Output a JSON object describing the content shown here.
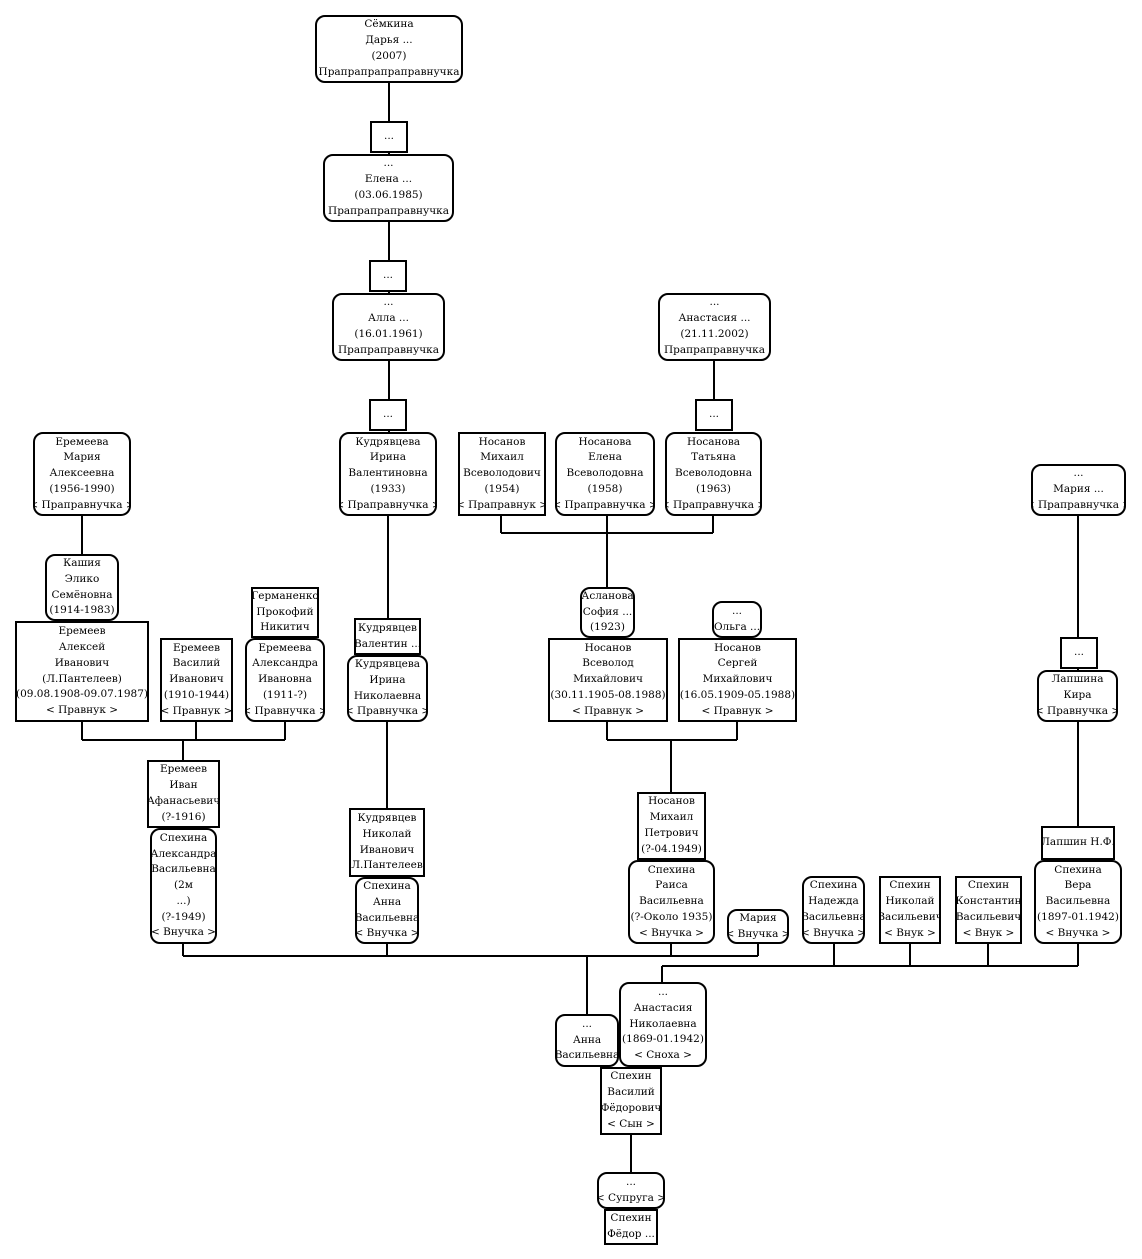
{
  "colors": {
    "line": "#000000",
    "border": "#000000",
    "background": "#ffffff"
  },
  "nodes": [
    {
      "id": "darya",
      "sex": "female",
      "lines": [
        "Сёмкина",
        "Дарья ...",
        "(2007)",
        "< Прапрапрапраправнучка >"
      ]
    },
    {
      "id": "u1",
      "sex": "male",
      "lines": [
        "..."
      ]
    },
    {
      "id": "elena",
      "sex": "female",
      "lines": [
        "...",
        "Елена ...",
        "(03.06.1985)",
        "< Прапрапраправнучка >"
      ]
    },
    {
      "id": "u2",
      "sex": "male",
      "lines": [
        "..."
      ]
    },
    {
      "id": "alla",
      "sex": "female",
      "lines": [
        "...",
        "Алла ...",
        "(16.01.1961)",
        "< Прапраправнучка >"
      ]
    },
    {
      "id": "u3",
      "sex": "male",
      "lines": [
        "..."
      ]
    },
    {
      "id": "anastasia2002",
      "sex": "female",
      "lines": [
        "...",
        "Анастасия ...",
        "(21.11.2002)",
        "< Прапраправнучка >"
      ]
    },
    {
      "id": "u4",
      "sex": "male",
      "lines": [
        "..."
      ]
    },
    {
      "id": "eremeeva_maria",
      "sex": "female",
      "lines": [
        "Еремеева",
        "Мария",
        "Алексеевна",
        "(1956-1990)",
        "< Праправнучка >"
      ]
    },
    {
      "id": "kudr_irina_v",
      "sex": "female",
      "lines": [
        "Кудрявцева",
        "Ирина",
        "Валентиновна",
        "(1933)",
        "< Праправнучка >"
      ]
    },
    {
      "id": "nosanov_mikhail_v",
      "sex": "male",
      "lines": [
        "Носанов",
        "Михаил",
        "Всеволодович",
        "(1954)",
        "< Праправнук >"
      ]
    },
    {
      "id": "nosanova_elena",
      "sex": "female",
      "lines": [
        "Носанова",
        "Елена",
        "Всеволодовна",
        "(1958)",
        "< Праправнучка >"
      ]
    },
    {
      "id": "nosanova_tatyana",
      "sex": "female",
      "lines": [
        "Носанова",
        "Татьяна",
        "Всеволодовна",
        "(1963)",
        "< Праправнучка >"
      ]
    },
    {
      "id": "maria_dots",
      "sex": "female",
      "lines": [
        "...",
        "Мария ...",
        "< Праправнучка >"
      ]
    },
    {
      "id": "kashiya",
      "sex": "female",
      "lines": [
        "Кашия",
        "Элико",
        "Семёновна",
        "(1914-1983)"
      ]
    },
    {
      "id": "germanenko",
      "sex": "male",
      "lines": [
        "Германенко",
        "Прокофий",
        "Никитич"
      ]
    },
    {
      "id": "eremeev_aleksei",
      "sex": "male",
      "lines": [
        "Еремеев",
        "Алексей",
        "Иванович",
        "(Л.Пантелеев)",
        "(09.08.1908-09.07.1987)",
        "< Правнук >"
      ]
    },
    {
      "id": "eremeev_vasily",
      "sex": "male",
      "lines": [
        "Еремеев",
        "Василий",
        "Иванович",
        "(1910-1944)",
        "< Правнук >"
      ]
    },
    {
      "id": "eremeeva_aleksandra",
      "sex": "female",
      "lines": [
        "Еремеева",
        "Александра",
        "Ивановна",
        "(1911-?)",
        "< Правнучка >"
      ]
    },
    {
      "id": "kudr_valentin",
      "sex": "male",
      "lines": [
        "Кудрявцев",
        "Валентин ..."
      ]
    },
    {
      "id": "kudr_irina_n",
      "sex": "female",
      "lines": [
        "Кудрявцева",
        "Ирина",
        "Николаевна",
        "< Правнучка >"
      ]
    },
    {
      "id": "aslanova",
      "sex": "female",
      "lines": [
        "Асланова",
        "София ...",
        "(1923)"
      ]
    },
    {
      "id": "olga",
      "sex": "female",
      "lines": [
        "...",
        "Ольга ..."
      ]
    },
    {
      "id": "nosanov_vsevolod",
      "sex": "male",
      "lines": [
        "Носанов",
        "Всеволод",
        "Михайлович",
        "(30.11.1905-08.1988)",
        "< Правнук >"
      ]
    },
    {
      "id": "nosanov_sergei",
      "sex": "male",
      "lines": [
        "Носанов",
        "Сергей",
        "Михайлович",
        "(16.05.1909-05.1988)",
        "< Правнук >"
      ]
    },
    {
      "id": "u5",
      "sex": "male",
      "lines": [
        "..."
      ]
    },
    {
      "id": "lapshina_kira",
      "sex": "female",
      "lines": [
        "Лапшина",
        "Кира",
        "< Правнучка >"
      ]
    },
    {
      "id": "eremeev_ivan",
      "sex": "male",
      "lines": [
        "Еремеев",
        "Иван",
        "Афанасьевич",
        "(?-1916)"
      ]
    },
    {
      "id": "kudr_nikolai",
      "sex": "male",
      "lines": [
        "Кудрявцев",
        "Николай",
        "Иванович",
        "(Л.Пантелеев)"
      ]
    },
    {
      "id": "nosanov_mikhail_p",
      "sex": "male",
      "lines": [
        "Носанов",
        "Михаил",
        "Петрович",
        "(?-04.1949)"
      ]
    },
    {
      "id": "lapshin",
      "sex": "male",
      "lines": [
        "Лапшин Н.Ф."
      ]
    },
    {
      "id": "spekhina_aleksandra",
      "sex": "female",
      "lines": [
        "Спехина",
        "Александра",
        "Васильевна",
        "(2м",
        "...)",
        "(?-1949)",
        "< Внучка >"
      ]
    },
    {
      "id": "spekhina_anna",
      "sex": "female",
      "lines": [
        "Спехина",
        "Анна",
        "Васильевна",
        "< Внучка >"
      ]
    },
    {
      "id": "spekhina_raisa",
      "sex": "female",
      "lines": [
        "Спехина",
        "Раиса",
        "Васильевна",
        "(?-Около 1935)",
        "< Внучка >"
      ]
    },
    {
      "id": "maria_vnuchka",
      "sex": "female",
      "lines": [
        "Мария",
        "< Внучка >"
      ]
    },
    {
      "id": "spekhina_nadezhda",
      "sex": "female",
      "lines": [
        "Спехина",
        "Надежда",
        "Васильевна",
        "< Внучка >"
      ]
    },
    {
      "id": "spekhin_nikolai",
      "sex": "male",
      "lines": [
        "Спехин",
        "Николай",
        "Васильевич",
        "< Внук >"
      ]
    },
    {
      "id": "spekhin_konstantin",
      "sex": "male",
      "lines": [
        "Спехин",
        "Константин",
        "Васильевич",
        "< Внук >"
      ]
    },
    {
      "id": "spekhina_vera",
      "sex": "female",
      "lines": [
        "Спехина",
        "Вера",
        "Васильевна",
        "(1897-01.1942)",
        "< Внучка >"
      ]
    },
    {
      "id": "anna_vasilievna",
      "sex": "female",
      "lines": [
        "...",
        "Анна",
        "Васильевна"
      ]
    },
    {
      "id": "anastasia_nik",
      "sex": "female",
      "lines": [
        "...",
        "Анастасия",
        "Николаевна",
        "(1869-01.1942)",
        "< Сноха >"
      ]
    },
    {
      "id": "spekhin_vasily",
      "sex": "male",
      "lines": [
        "Спехин",
        "Василий",
        "Фёдорович",
        "< Сын >"
      ]
    },
    {
      "id": "suprug",
      "sex": "female",
      "lines": [
        "...",
        "< Супруга >"
      ]
    },
    {
      "id": "spekhin_fedor",
      "sex": "male",
      "lines": [
        "Спехин",
        "Фёдор ..."
      ]
    }
  ]
}
